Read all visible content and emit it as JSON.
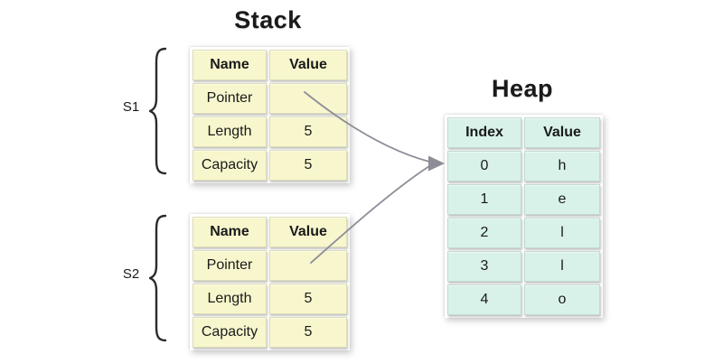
{
  "colors": {
    "stack_cell": "#f7f6cd",
    "heap_cell": "#d8f2e9",
    "arrow": "#8d8d98",
    "brace": "#2b2b2b",
    "ink": "#1a1a1a"
  },
  "stack": {
    "title": "Stack",
    "tables": [
      {
        "label": "S1",
        "headers": [
          "Name",
          "Value"
        ],
        "rows": [
          [
            "Pointer",
            ""
          ],
          [
            "Length",
            "5"
          ],
          [
            "Capacity",
            "5"
          ]
        ]
      },
      {
        "label": "S2",
        "headers": [
          "Name",
          "Value"
        ],
        "rows": [
          [
            "Pointer",
            ""
          ],
          [
            "Length",
            "5"
          ],
          [
            "Capacity",
            "5"
          ]
        ]
      }
    ]
  },
  "heap": {
    "title": "Heap",
    "headers": [
      "Index",
      "Value"
    ],
    "rows": [
      [
        "0",
        "h"
      ],
      [
        "1",
        "e"
      ],
      [
        "2",
        "l"
      ],
      [
        "3",
        "l"
      ],
      [
        "4",
        "o"
      ]
    ]
  }
}
